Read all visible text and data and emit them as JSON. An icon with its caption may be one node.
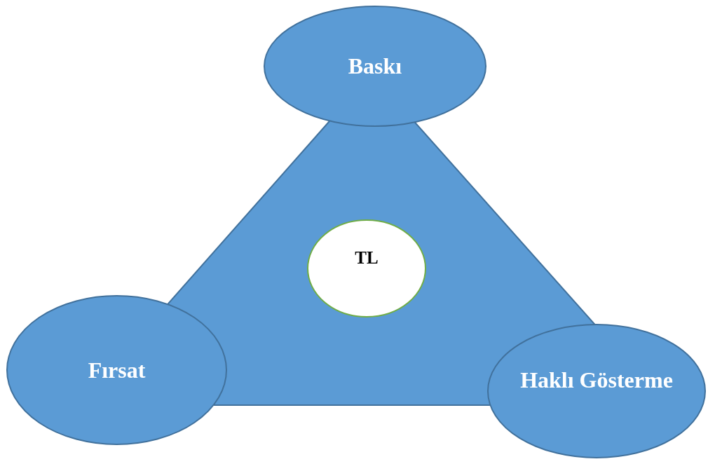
{
  "diagram": {
    "nodes": [
      {
        "text": [],
        "shape": "triangle"
      },
      {
        "text": [
          "Baskı"
        ]
      },
      {
        "text": [
          "TL"
        ],
        "in": 0
      },
      {
        "text": [
          "Fırsat"
        ]
      },
      {
        "text": [
          "Haklı Gösterme"
        ]
      }
    ]
  }
}
